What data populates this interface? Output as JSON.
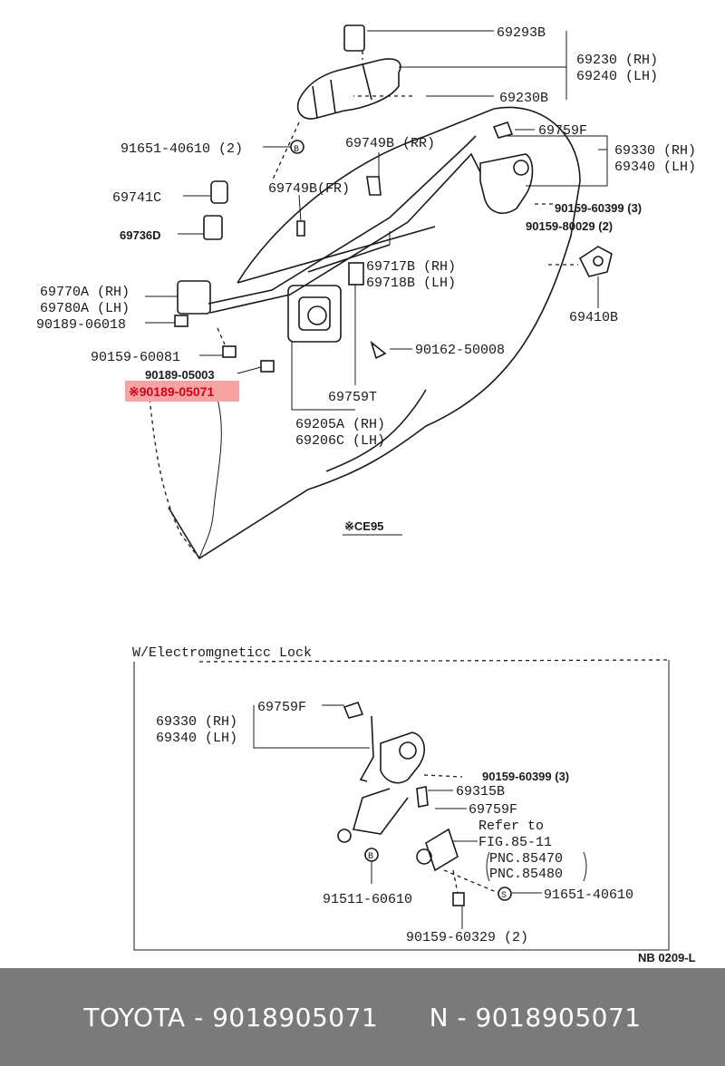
{
  "labels": {
    "p69293b": "69293B",
    "p69230rh": "69230 (RH)",
    "p69240lh": "69240 (LH)",
    "p69230b": "69230B",
    "p91651_40610": "91651-40610 (2)",
    "p69749b_rr": "69749B (RR)",
    "p69759f_a": "69759F",
    "p69330rh_a": "69330 (RH)",
    "p69340lh_a": "69340 (LH)",
    "p69741c": "69741C",
    "p69749b_fr": "69749B(FR)",
    "p90159_60399_a": "90159-60399 (3)",
    "p90159_80029": "90159-80029 (2)",
    "p69736d": "69736D",
    "p69717b": "69717B (RH)",
    "p69718b": "69718B (LH)",
    "p69770a": "69770A (RH)",
    "p69780a": "69780A (LH)",
    "p69410b": "69410B",
    "p90189_06018": "90189-06018",
    "p90162_50008": "90162-50008",
    "p90159_60081": "90159-60081",
    "p90189_05003": "90189-05003",
    "p90189_05071": "※90189-05071",
    "p69759t": "69759T",
    "p69205a": "69205A (RH)",
    "p69206c": "69206C (LH)",
    "ce95": "※CE95",
    "inset_title": "W/Electromgneticc Lock",
    "p69330rh_b": "69330 (RH)",
    "p69340lh_b": "69340 (LH)",
    "p69759f_b": "69759F",
    "p90159_60399_b": "90159-60399 (3)",
    "p69315b": "69315B",
    "p69759f_c": "69759F",
    "refer_to": "Refer to",
    "fig": "FIG.85-11",
    "pnc1": "PNC.85470",
    "pnc2": "PNC.85480",
    "p91511_60610": "91511-60610",
    "p91651_40610_b": "91651-40610",
    "p90159_60329": "90159-60329 (2)",
    "nb": "NB 0209-L",
    "badge_b": "B",
    "badge_s": "S"
  },
  "highlight_color": "#f7a3a3",
  "highlight_text_color": "#d0021b",
  "footer": {
    "brand": "TOYOTA",
    "part_number": "9018905071",
    "n_label": "N",
    "n_number": "9018905071",
    "text": "TOYOTA - 9018905071      N - 9018905071"
  }
}
